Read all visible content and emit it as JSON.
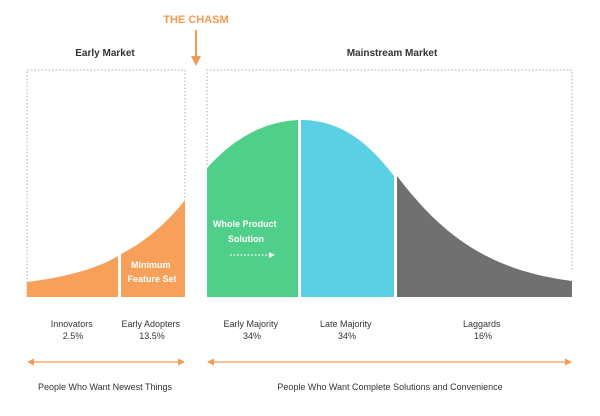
{
  "chasm": {
    "title": "THE CHASM"
  },
  "markets": {
    "early": "Early Market",
    "mainstream": "Mainstream Market"
  },
  "curve_labels": {
    "minimum_feature_set": [
      "Minimum",
      "Feature Set"
    ],
    "whole_product_solution": [
      "Whole Product",
      "Solution"
    ]
  },
  "segments": [
    {
      "name": "Innovators",
      "pct": "2.5%"
    },
    {
      "name": "Early Adopters",
      "pct": "13.5%"
    },
    {
      "name": "Early Majority",
      "pct": "34%"
    },
    {
      "name": "Late Majority",
      "pct": "34%"
    },
    {
      "name": "Laggards",
      "pct": "16%"
    }
  ],
  "bottom": {
    "early": "People Who Want Newest Things",
    "mainstream": "People Who Want Complete Solutions and Convenience"
  },
  "colors": {
    "orange": "#f7a05a",
    "orange_text": "#f39a53",
    "green": "#4fcf89",
    "cyan": "#5bcfe3",
    "gray": "#707070",
    "dotted": "#aaaaaa",
    "text": "#333333"
  }
}
